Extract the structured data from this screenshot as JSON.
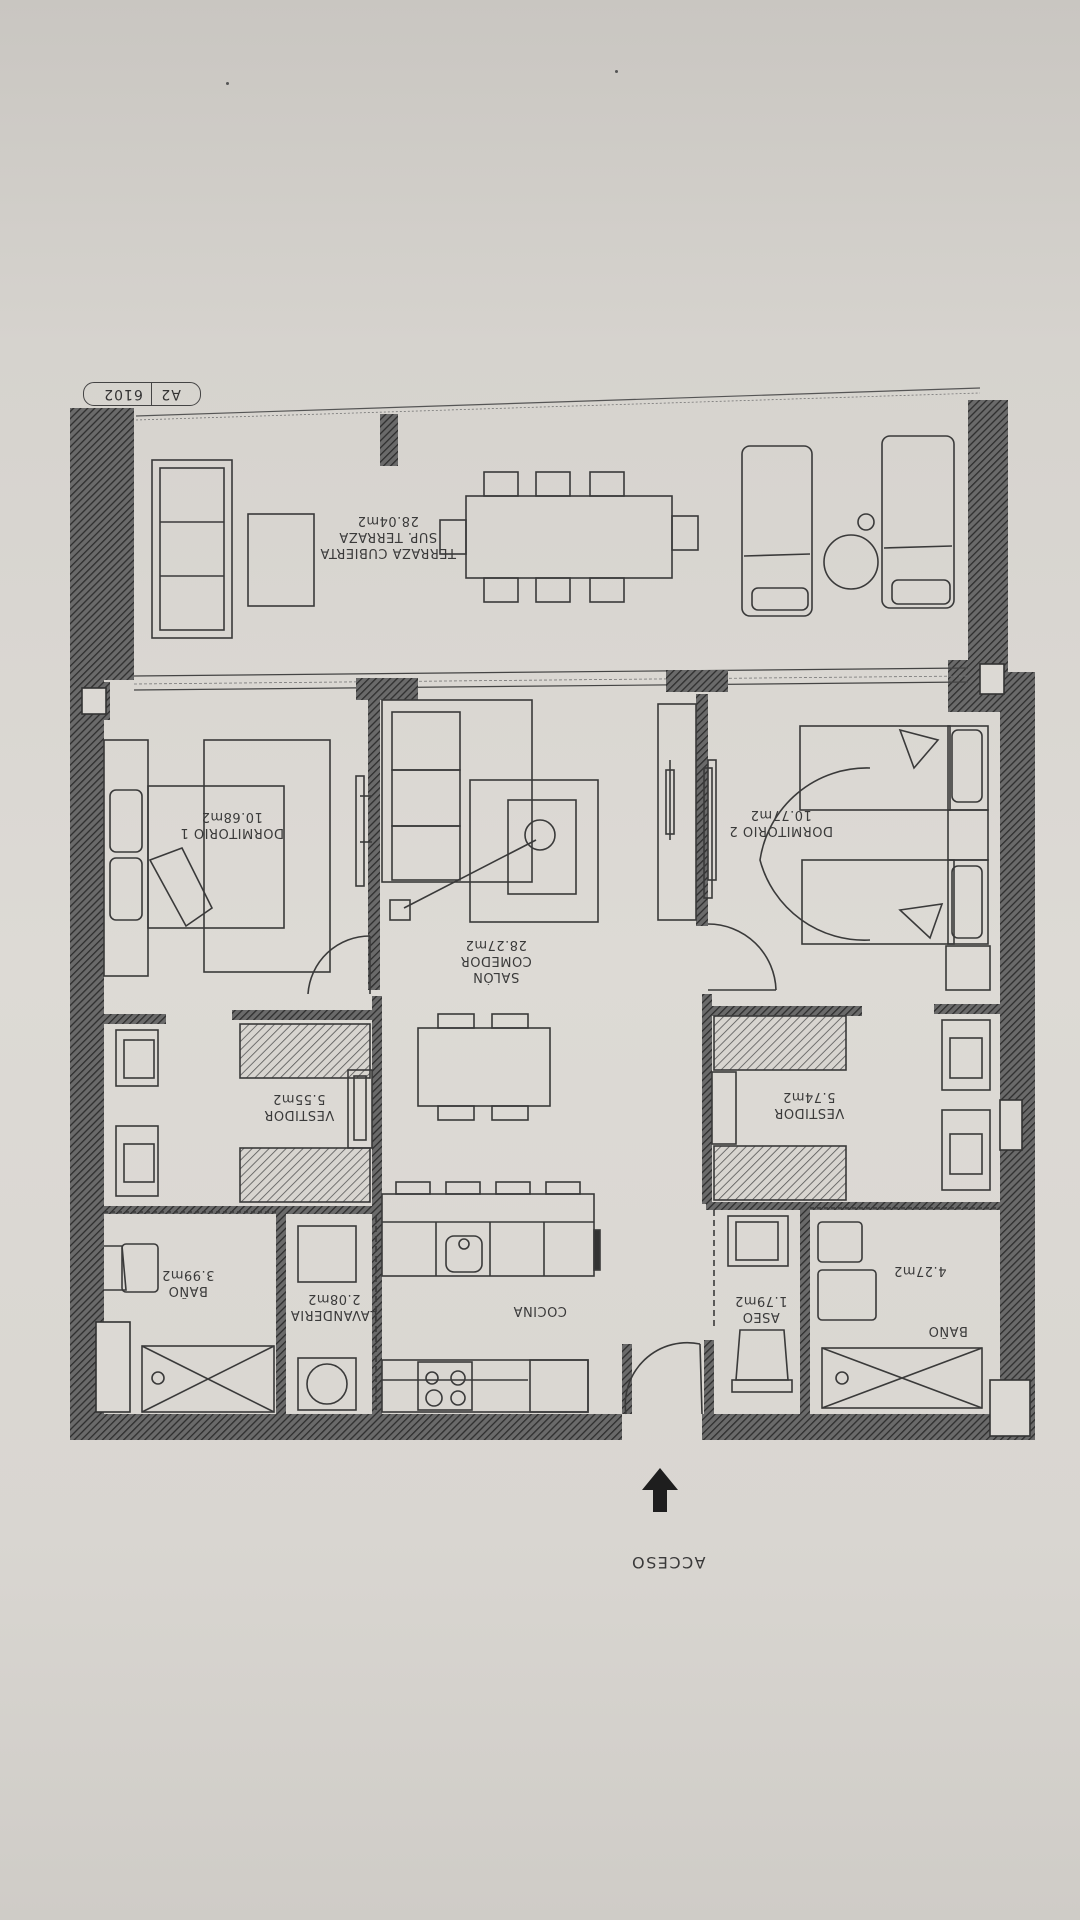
{
  "document": {
    "type": "architectural floor plan (printed, photographed, rotated 180°)",
    "plan_tag": {
      "unit": "A2",
      "code": "6102"
    },
    "access": {
      "label": "ACCESO",
      "icon": "arrow-up-icon"
    }
  },
  "rooms": {
    "terrace": {
      "name": "TERRAZA CUBIERTA",
      "sub": "SUP. TERRAZA",
      "area": "28.04m2"
    },
    "bedroom1": {
      "name": "DORMITORIO 1",
      "area": "10.68m2"
    },
    "living": {
      "name1": "SALÓN",
      "name2": "COMEDOR",
      "area": "28.27m2"
    },
    "bedroom2": {
      "name": "DORMITORIO 2",
      "area": "10.77m2"
    },
    "closet1": {
      "name": "VESTIDOR",
      "area": "5.55m2"
    },
    "closet2": {
      "name": "VESTIDOR",
      "area": "5.74m2"
    },
    "bath1": {
      "name": "BAÑO",
      "area": "3.99m2"
    },
    "laundry": {
      "name": "LAVANDERIA",
      "area": "2.08m2"
    },
    "kitchen": {
      "name": "COCINA"
    },
    "toilet": {
      "name": "ASEO",
      "area": "1.79m2"
    },
    "bath2": {
      "name": "BAÑO",
      "area": "4.27m2"
    }
  },
  "colors": {
    "paper": "#dddad5",
    "ink": "#3a3a3a",
    "wall_hatch": "#4a4a4a"
  }
}
